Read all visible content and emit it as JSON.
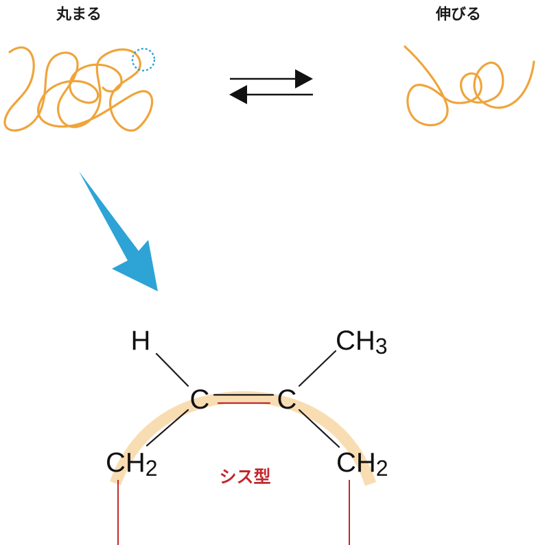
{
  "labels": {
    "coiled": "丸まる",
    "stretched": "伸びる",
    "cis": "シス型"
  },
  "atoms": {
    "h": "H",
    "ch3": {
      "main": "CH",
      "sub": "3"
    },
    "c_left": "C",
    "c_right": "C",
    "ch2_left": {
      "main": "CH",
      "sub": "2"
    },
    "ch2_right": {
      "main": "CH",
      "sub": "2"
    }
  },
  "colors": {
    "chain": "#EFA43B",
    "highlight": "#F8D9AA",
    "arrow": "#2EA3D6",
    "cis": "#C1272D",
    "bond": "#1A1A1A"
  }
}
